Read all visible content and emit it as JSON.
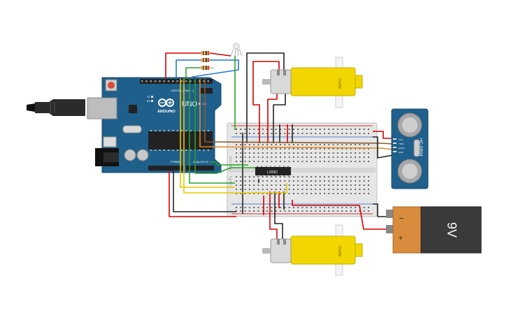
{
  "arduino": {
    "brand": "ARDUINO",
    "model": "UNO",
    "section_digital": "DIGITAL (PWM ~)",
    "section_power": "POWER",
    "section_analog": "ANALOG IN",
    "led_tx": "TX",
    "led_rx": "RX",
    "led_on": "ON"
  },
  "driver_ic": {
    "label": "L293D"
  },
  "sensor": {
    "model": "HC-SR04",
    "pins": [
      "VCC",
      "TRIG",
      "ECHO",
      "GND"
    ]
  },
  "battery": {
    "voltage": "9V",
    "minus": "−",
    "plus": "+"
  },
  "motors": [
    {
      "label": "DGPM"
    },
    {
      "label": "DGPM"
    }
  ],
  "breadboard": {
    "rows_top": "a b c d e",
    "rows_bottom": "f g h i j"
  },
  "colors": {
    "board_blue": "#1f5f8b",
    "wire_red": "#d40000",
    "wire_black": "#222222",
    "wire_green": "#2ca02c",
    "wire_yellow": "#e8c800",
    "wire_blue": "#1f77d4",
    "wire_orange": "#e08a1e",
    "motor_yellow": "#f2d600",
    "battery_orange": "#d98c3d"
  }
}
